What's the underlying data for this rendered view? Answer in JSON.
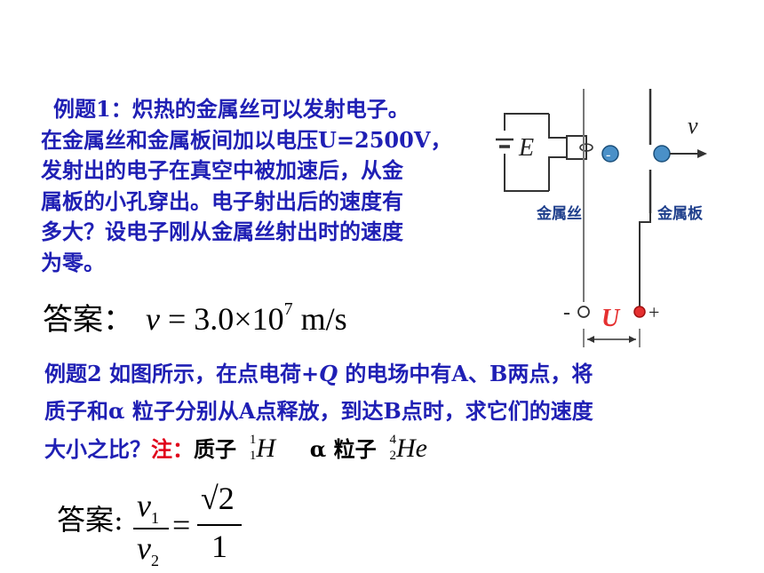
{
  "problem1": {
    "line1": "例题1：炽热的金属丝可以发射电子。",
    "line2": "在金属丝和金属板间加以电压U=2500V，",
    "line3": "发射出的电子在真空中被加速后，从金",
    "line4": "属板的小孔穿出。电子射出后的速度有",
    "line5": "多大？设电子刚从金属丝射出时的速度",
    "line6": "为零。"
  },
  "answer1": {
    "label": "答案：",
    "var": "v",
    "eq": "= 3.0×10",
    "exp": "7",
    "unit": "m/s"
  },
  "diagram": {
    "source_label": "E",
    "velocity_label": "v",
    "wire_label": "金属丝",
    "plate_label": "金属板",
    "voltage_label": "U",
    "minus_sign": "-",
    "plus_sign": "+",
    "electron_sign": "-",
    "colors": {
      "electron": "#4a90c8",
      "terminal_plus": "#e53030",
      "label_voltage": "#e53030"
    }
  },
  "problem2": {
    "part1": "例题2  如图所示，在点电荷+",
    "q": "Q",
    "part2": " 的电场中有A、B两点，将",
    "line2": "质子和α 粒子分别从A点释放，到达B点时，求它们的速度",
    "line3": "大小之比？",
    "note": "注：",
    "proton": "质子",
    "proton_mass": "1",
    "proton_charge": "1",
    "proton_symbol": "H",
    "alpha": "α 粒子",
    "alpha_mass": "4",
    "alpha_charge": "2",
    "alpha_symbol": "He"
  },
  "answer2": {
    "label": "答案:",
    "num": "v",
    "num_sub": "1",
    "den": "v",
    "den_sub": "2",
    "eq": "=",
    "rhs_num": "√2",
    "rhs_den": "1"
  }
}
